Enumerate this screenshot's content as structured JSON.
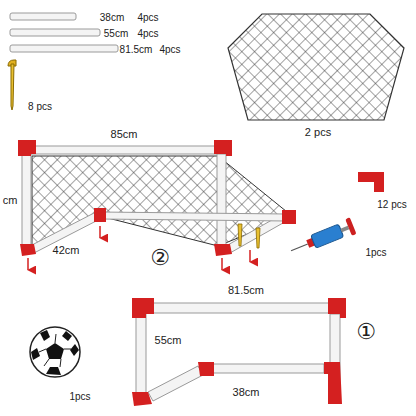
{
  "diagram": {
    "labels": [
      "38cm",
      "4pcs",
      "55cm",
      "4pcs",
      "81.5cm",
      "4pcs",
      "8 pcs",
      "2 pcs",
      "85cm",
      "cm",
      "42cm",
      "12 pcs",
      "1pcs",
      "②",
      "①",
      "81.5cm",
      "55cm",
      "38cm",
      "1pcs"
    ]
  }
}
